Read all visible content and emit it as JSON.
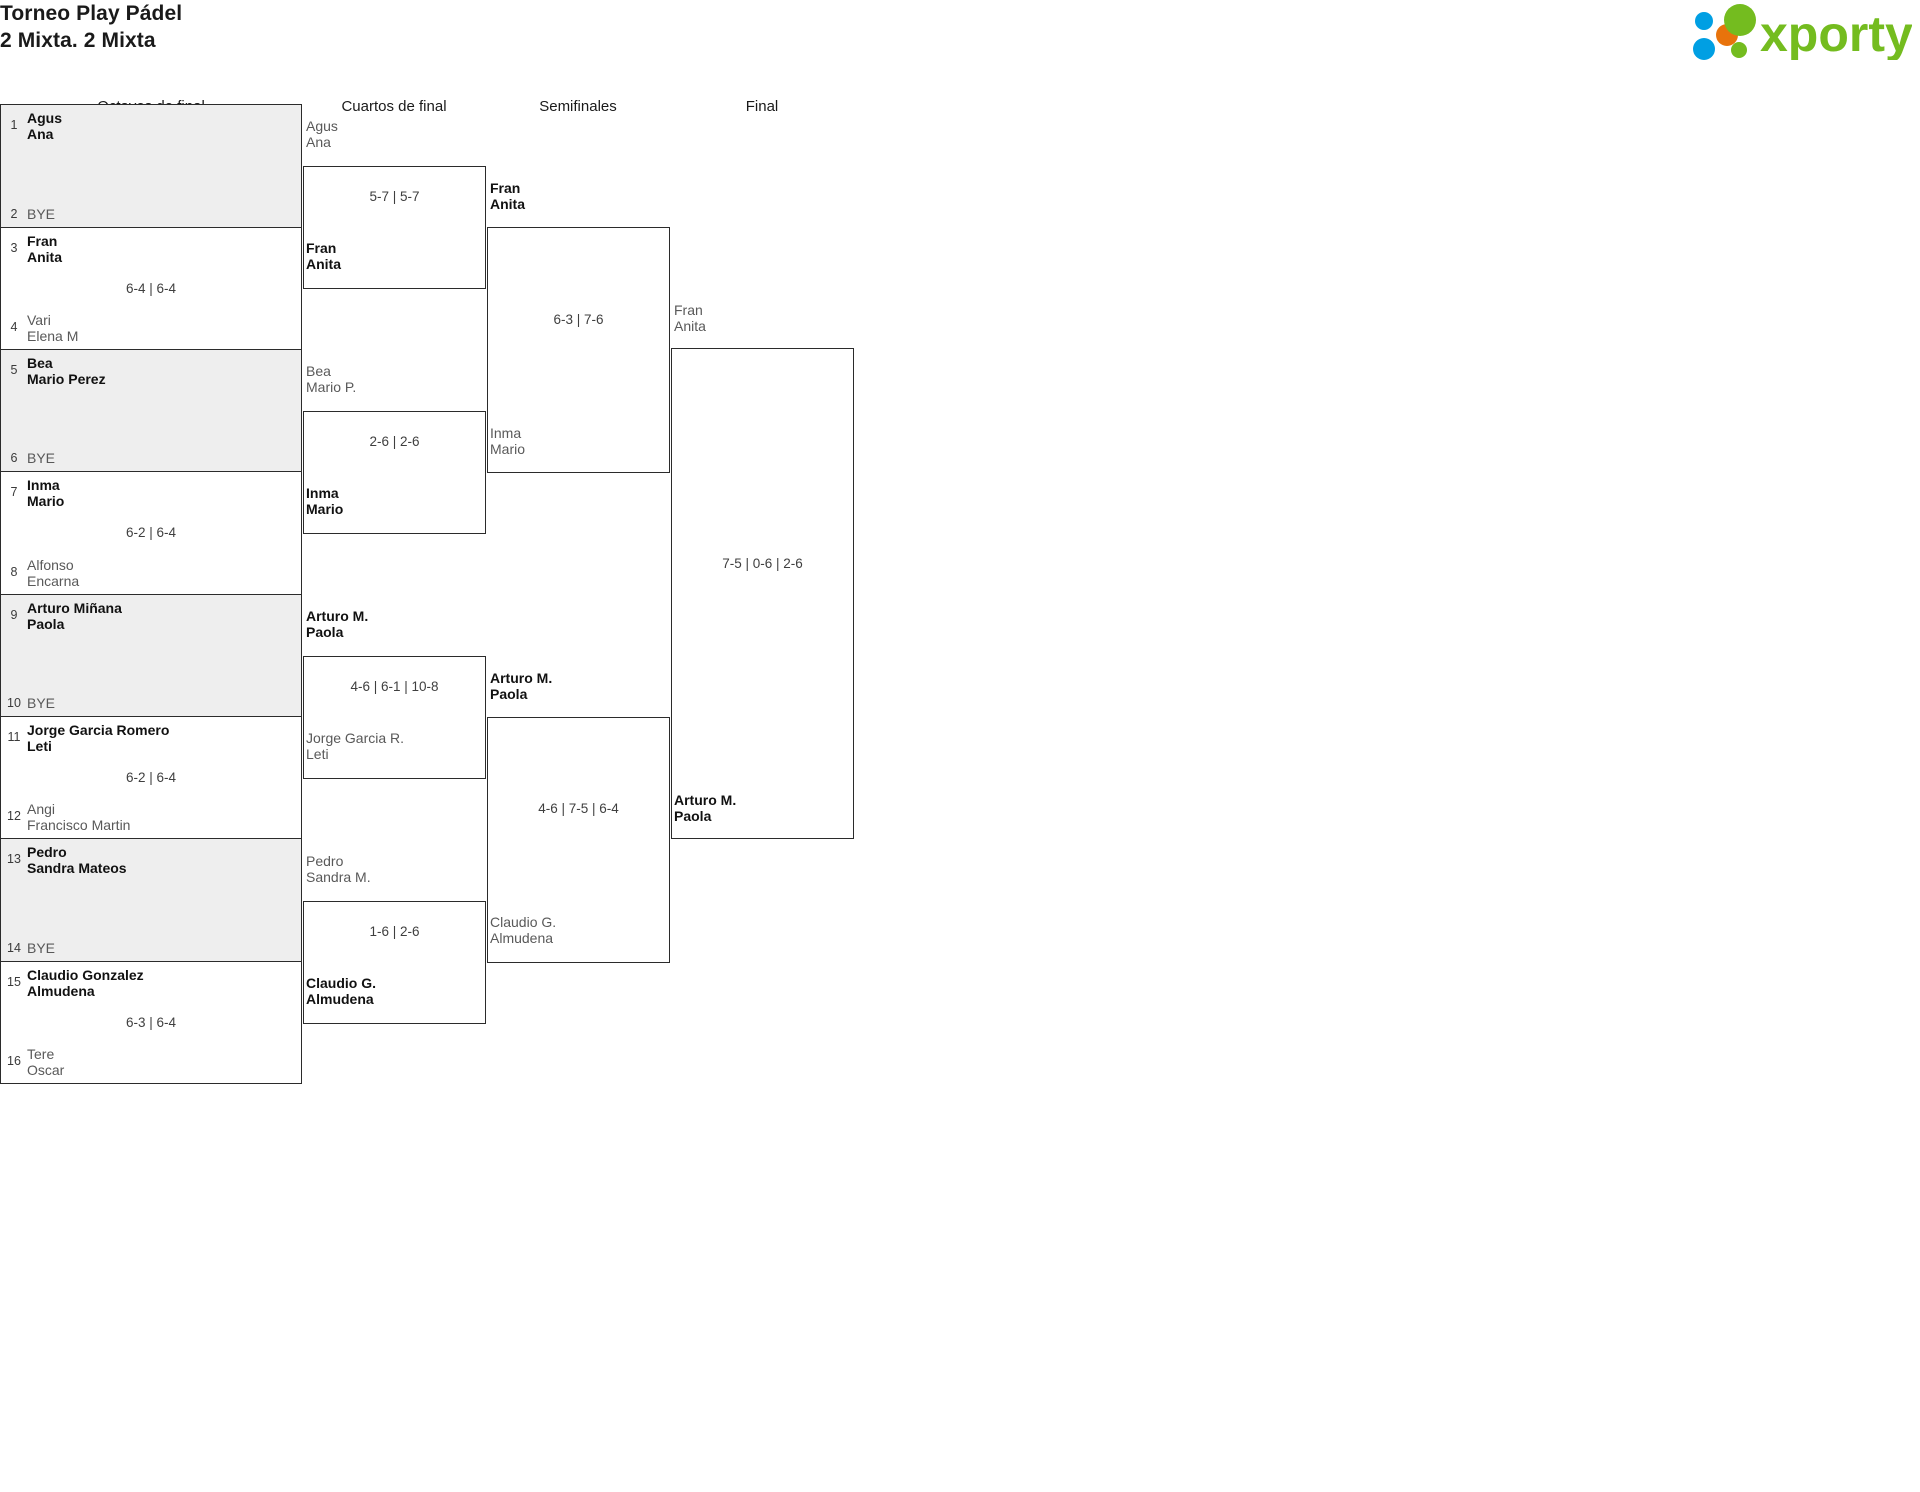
{
  "header": {
    "title_line1": "Torneo Play Pádel",
    "title_line2": "2 Mixta. 2 Mixta",
    "logo_text": "xporty",
    "logo_colors": {
      "green": "#74bc1f",
      "orange": "#e8730c",
      "blue": "#009fe3"
    }
  },
  "rounds": [
    {
      "label": "Octavos de final"
    },
    {
      "label": "Cuartos de final"
    },
    {
      "label": "Semifinales"
    },
    {
      "label": "Final"
    }
  ],
  "round1": {
    "matches": [
      {
        "top": {
          "seed": "1",
          "p1": "Agus",
          "p2": "Ana",
          "result": "win"
        },
        "bottom": {
          "seed": "2",
          "bye": "BYE",
          "result": "bye"
        },
        "score": ""
      },
      {
        "top": {
          "seed": "3",
          "p1": "Fran",
          "p2": "Anita",
          "result": "win"
        },
        "bottom": {
          "seed": "4",
          "p1": "Vari",
          "p2": "Elena M",
          "result": "lose"
        },
        "score": "6-4 | 6-4"
      },
      {
        "top": {
          "seed": "5",
          "p1": "Bea",
          "p2": "Mario Perez",
          "result": "win"
        },
        "bottom": {
          "seed": "6",
          "bye": "BYE",
          "result": "bye"
        },
        "score": ""
      },
      {
        "top": {
          "seed": "7",
          "p1": "Inma",
          "p2": "Mario",
          "result": "win"
        },
        "bottom": {
          "seed": "8",
          "p1": "Alfonso",
          "p2": "Encarna",
          "result": "lose"
        },
        "score": "6-2 | 6-4"
      },
      {
        "top": {
          "seed": "9",
          "p1": "Arturo Miñana",
          "p2": "Paola",
          "result": "win"
        },
        "bottom": {
          "seed": "10",
          "bye": "BYE",
          "result": "bye"
        },
        "score": ""
      },
      {
        "top": {
          "seed": "11",
          "p1": "Jorge Garcia Romero",
          "p2": "Leti",
          "result": "win"
        },
        "bottom": {
          "seed": "12",
          "p1": "Angi",
          "p2": "Francisco Martin",
          "result": "lose"
        },
        "score": "6-2 | 6-4"
      },
      {
        "top": {
          "seed": "13",
          "p1": "Pedro",
          "p2": "Sandra Mateos",
          "result": "win"
        },
        "bottom": {
          "seed": "14",
          "bye": "BYE",
          "result": "bye"
        },
        "score": ""
      },
      {
        "top": {
          "seed": "15",
          "p1": "Claudio Gonzalez",
          "p2": "Almudena",
          "result": "win"
        },
        "bottom": {
          "seed": "16",
          "p1": "Tere",
          "p2": "Oscar",
          "result": "lose"
        },
        "score": "6-3 | 6-4"
      }
    ]
  },
  "round2": {
    "matches": [
      {
        "top": {
          "p1": "Agus",
          "p2": "Ana",
          "result": "lose"
        },
        "bottom": {
          "p1": "Fran",
          "p2": "Anita",
          "result": "win"
        },
        "score": "5-7 | 5-7"
      },
      {
        "top": {
          "p1": "Bea",
          "p2": "Mario P.",
          "result": "lose"
        },
        "bottom": {
          "p1": "Inma",
          "p2": "Mario",
          "result": "win"
        },
        "score": "2-6 | 2-6"
      },
      {
        "top": {
          "p1": "Arturo M.",
          "p2": "Paola",
          "result": "win"
        },
        "bottom": {
          "p1": "Jorge Garcia R.",
          "p2": "Leti",
          "result": "lose"
        },
        "score": "4-6 | 6-1 | 10-8"
      },
      {
        "top": {
          "p1": "Pedro",
          "p2": "Sandra M.",
          "result": "lose"
        },
        "bottom": {
          "p1": "Claudio G.",
          "p2": "Almudena",
          "result": "win"
        },
        "score": "1-6 | 2-6"
      }
    ]
  },
  "round3": {
    "matches": [
      {
        "top": {
          "p1": "Fran",
          "p2": "Anita",
          "result": "win"
        },
        "bottom": {
          "p1": "Inma",
          "p2": "Mario",
          "result": "lose"
        },
        "score": "6-3 | 7-6"
      },
      {
        "top": {
          "p1": "Arturo M.",
          "p2": "Paola",
          "result": "win"
        },
        "bottom": {
          "p1": "Claudio G.",
          "p2": "Almudena",
          "result": "lose"
        },
        "score": "4-6 | 7-5 | 6-4"
      }
    ]
  },
  "round4": {
    "matches": [
      {
        "top": {
          "p1": "Fran",
          "p2": "Anita",
          "result": "lose"
        },
        "bottom": {
          "p1": "Arturo M.",
          "p2": "Paola",
          "result": "win"
        },
        "score": "7-5 | 0-6 | 2-6"
      }
    ]
  },
  "champion": {
    "p1": "Arturo M.",
    "p2": "Paola"
  }
}
